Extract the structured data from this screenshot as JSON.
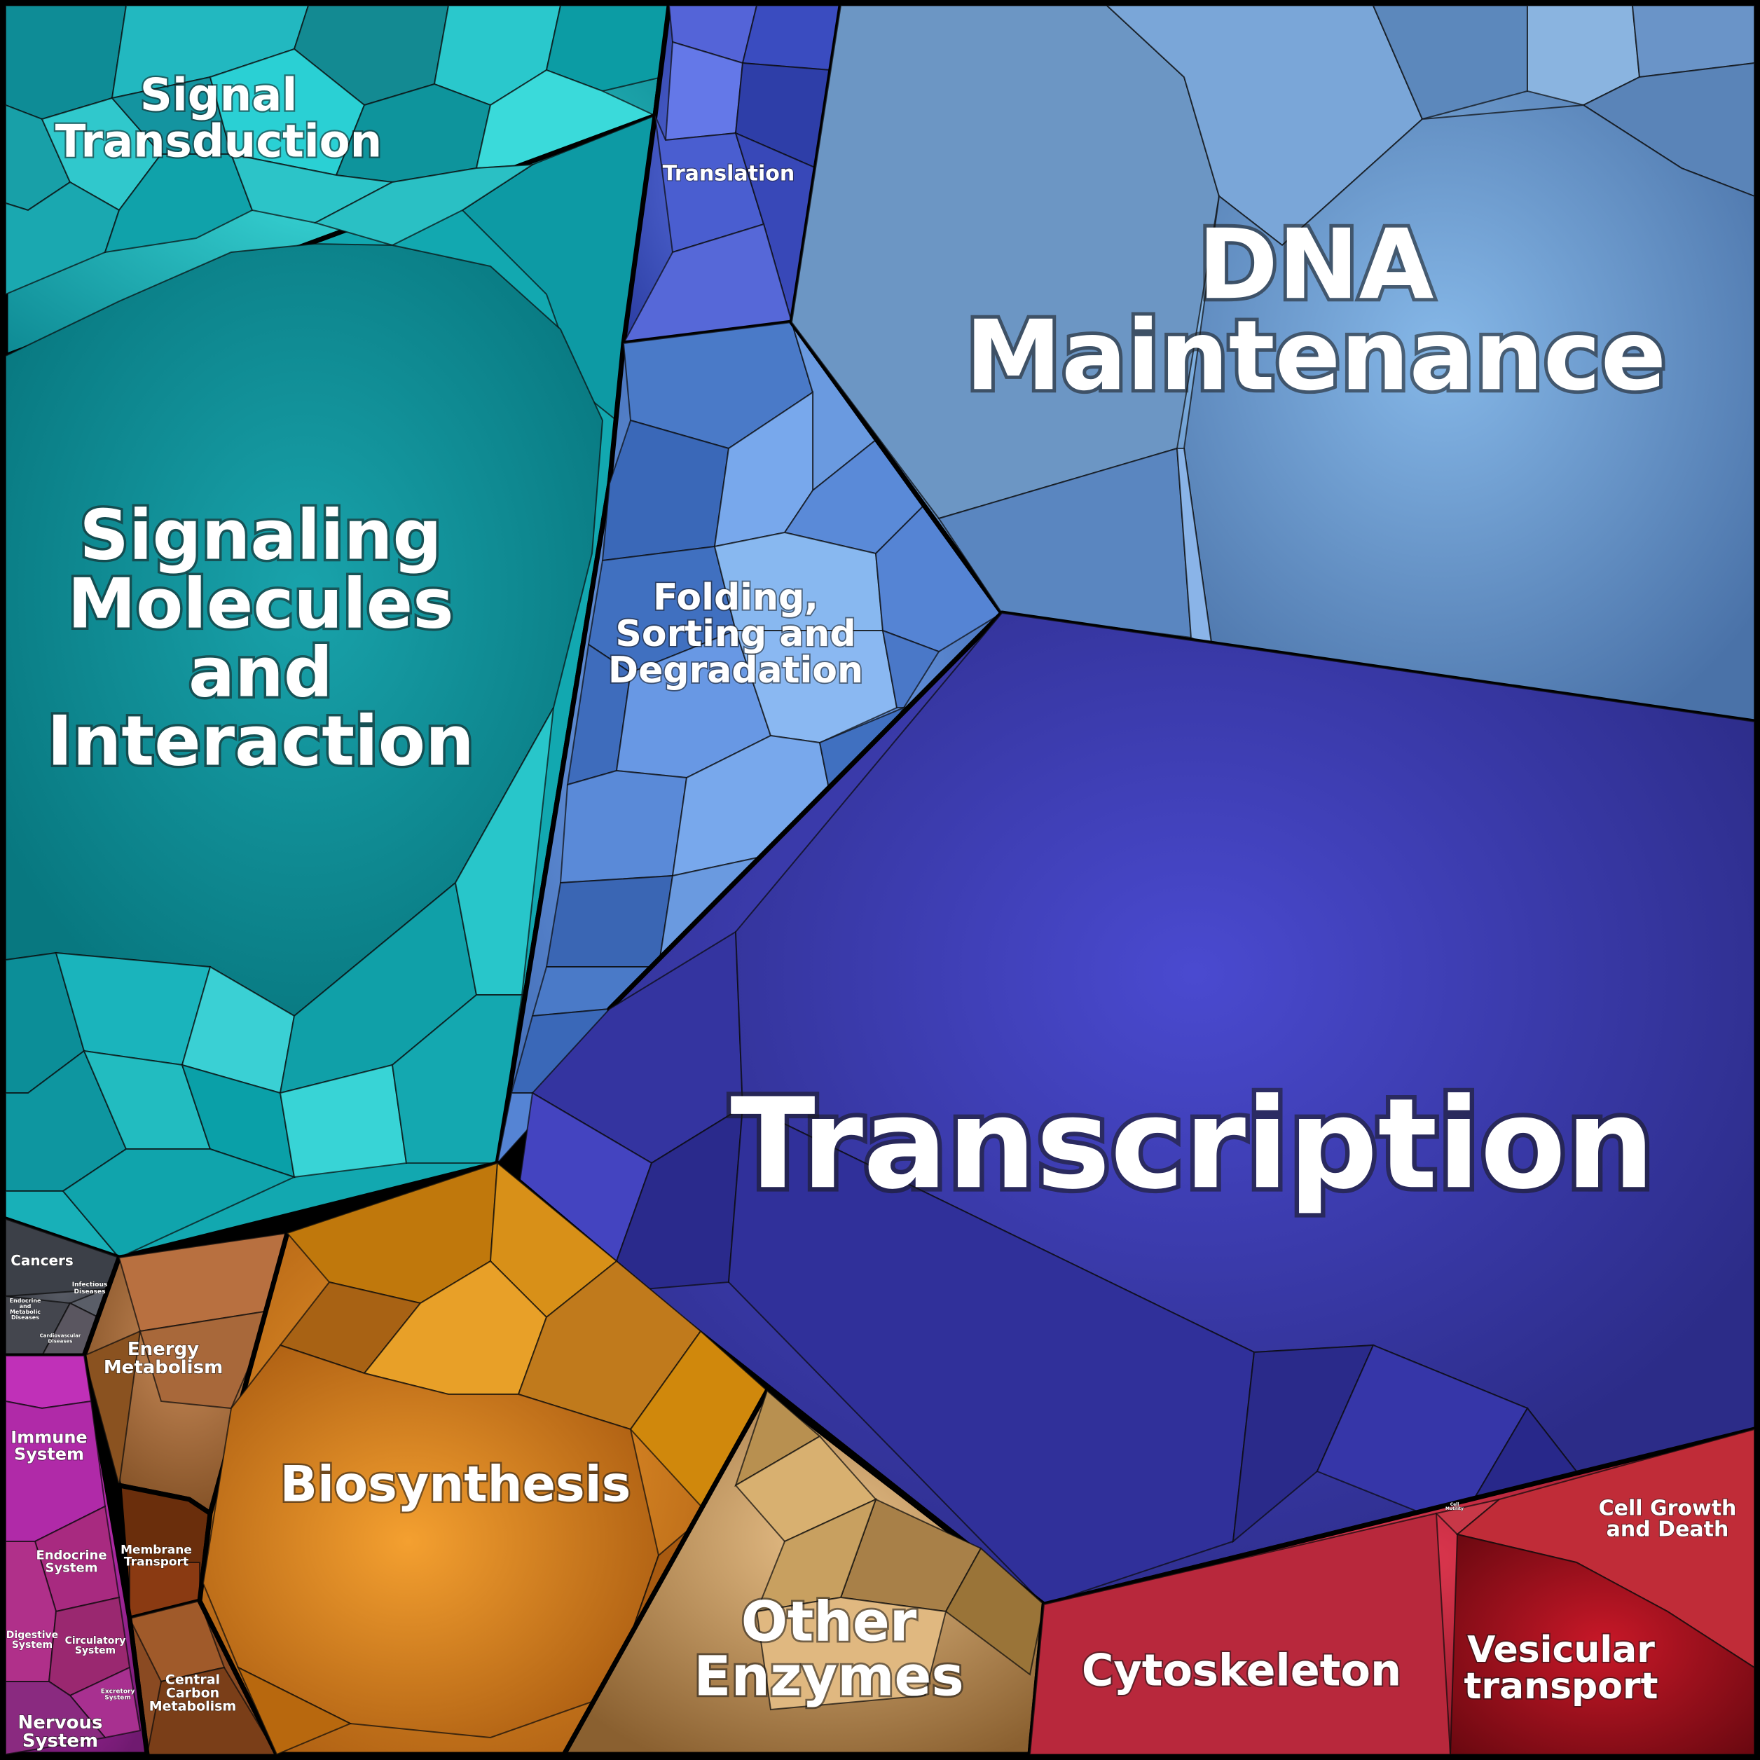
{
  "diagram": {
    "type": "voronoi-treemap",
    "categories": [
      {
        "id": "signal-transduction",
        "lines": [
          "Signal",
          "Transduction"
        ],
        "color": "#18a8b0"
      },
      {
        "id": "signaling-molecules",
        "lines": [
          "Signaling",
          "Molecules",
          "and",
          "Interaction"
        ],
        "color": "#0f8f96"
      },
      {
        "id": "translation",
        "lines": [
          "Translation"
        ],
        "color": "#4a5fd0"
      },
      {
        "id": "folding-sorting-degradation",
        "lines": [
          "Folding,",
          "Sorting and",
          "Degradation"
        ],
        "color": "#5a8ad8"
      },
      {
        "id": "dna-maintenance",
        "lines": [
          "DNA",
          "Maintenance"
        ],
        "color": "#5b8ac8"
      },
      {
        "id": "transcription",
        "lines": [
          "Transcription"
        ],
        "color": "#3a3aa8"
      },
      {
        "id": "cancers",
        "lines": [
          "Cancers"
        ],
        "color": "#3c4048"
      },
      {
        "id": "infectious-diseases",
        "lines": [
          "Infectious",
          "Diseases"
        ],
        "color": "#50545c"
      },
      {
        "id": "endocrine-metabolic-diseases",
        "lines": [
          "Endocrine",
          "and",
          "Metabolic",
          "Diseases"
        ],
        "color": "#46464e"
      },
      {
        "id": "cardiovascular-diseases",
        "lines": [
          "Cardiovascular",
          "Diseases"
        ],
        "color": "#5a5660"
      },
      {
        "id": "energy-metabolism",
        "lines": [
          "Energy",
          "Metabolism"
        ],
        "color": "#a86a38"
      },
      {
        "id": "membrane-transport",
        "lines": [
          "Membrane",
          "Transport"
        ],
        "color": "#7a3a12"
      },
      {
        "id": "central-carbon-metabolism",
        "lines": [
          "Central",
          "Carbon",
          "Metabolism"
        ],
        "color": "#8a4a22"
      },
      {
        "id": "biosynthesis",
        "lines": [
          "Biosynthesis"
        ],
        "color": "#d88a20"
      },
      {
        "id": "other-enzymes",
        "lines": [
          "Other",
          "Enzymes"
        ],
        "color": "#c09a60"
      },
      {
        "id": "immune-system",
        "lines": [
          "Immune",
          "System"
        ],
        "color": "#b02aa8"
      },
      {
        "id": "endocrine-system",
        "lines": [
          "Endocrine",
          "System"
        ],
        "color": "#a82a80"
      },
      {
        "id": "digestive-system",
        "lines": [
          "Digestive",
          "System"
        ],
        "color": "#b0308a"
      },
      {
        "id": "circulatory-system",
        "lines": [
          "Circulatory",
          "System"
        ],
        "color": "#9a2870"
      },
      {
        "id": "excretory-system",
        "lines": [
          "Excretory",
          "System"
        ],
        "color": "#a83090"
      },
      {
        "id": "nervous-system",
        "lines": [
          "Nervous",
          "System"
        ],
        "color": "#8a2a80"
      },
      {
        "id": "cytoskeleton",
        "lines": [
          "Cytoskeleton"
        ],
        "color": "#b8283c"
      },
      {
        "id": "cell-growth-death",
        "lines": [
          "Cell Growth",
          "and Death"
        ],
        "color": "#c02c38"
      },
      {
        "id": "vesicular-transport",
        "lines": [
          "Vesicular",
          "transport"
        ],
        "color": "#9a0c18"
      },
      {
        "id": "cell-motility",
        "lines": [
          "Cell",
          "Motility"
        ],
        "color": "#c83848"
      }
    ]
  }
}
